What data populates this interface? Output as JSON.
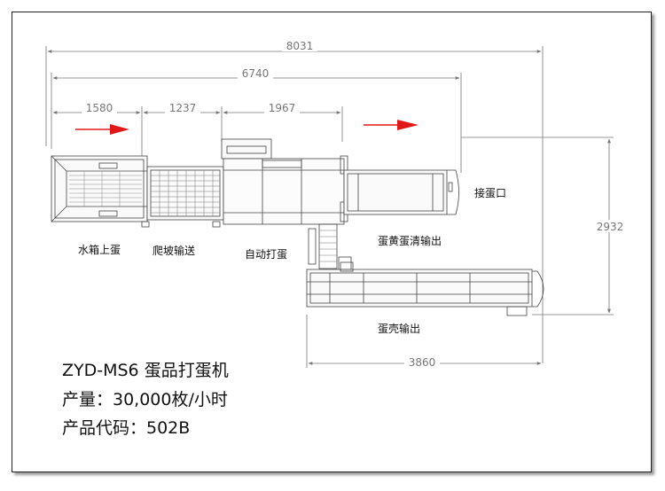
{
  "dimensions": {
    "overall": "8031",
    "main": "6740",
    "tank_section": "1580",
    "climb_section": "1237",
    "breaker_section": "1967",
    "height": "2932",
    "shell_section": "3860"
  },
  "labels": {
    "tank_feed": "水箱上蛋",
    "climb_conveyor": "爬坡输送",
    "auto_breaker": "自动打蛋",
    "yolk_white_output": "蛋黄蛋清输出",
    "egg_receiver": "接蛋口",
    "shell_output": "蛋壳输出"
  },
  "info": {
    "model": "ZYD-MS6 蛋品打蛋机",
    "capacity": "产量：30,000枚/小时",
    "product_code": "产品代码：502B"
  },
  "colors": {
    "arrow": "#e01818",
    "line": "#555555",
    "dim": "#777777"
  }
}
